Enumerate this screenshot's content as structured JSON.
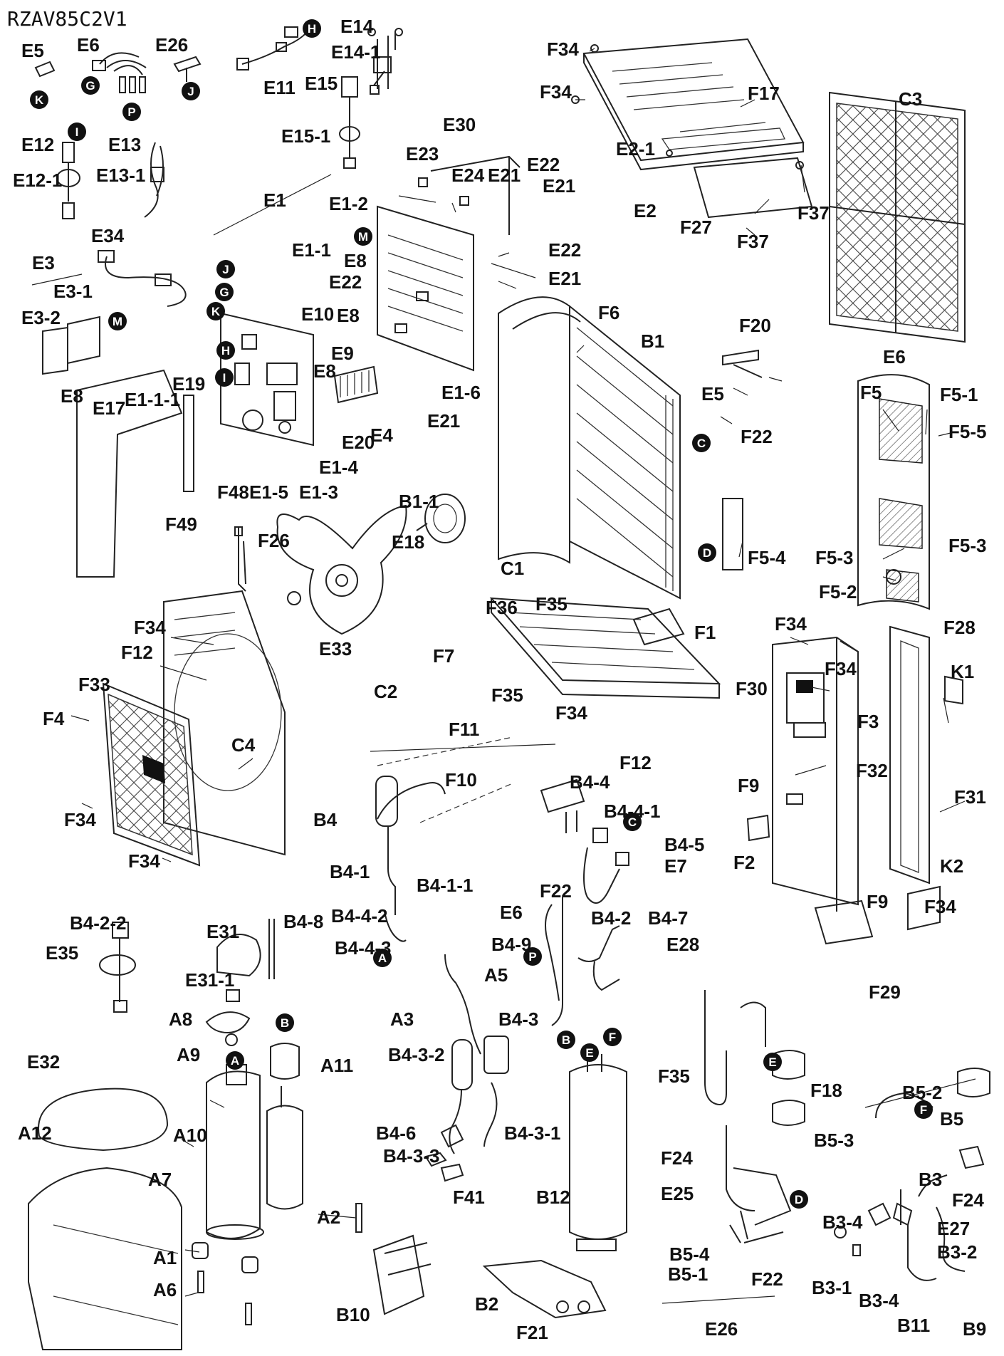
{
  "title": "RZAV85C2V1",
  "labels": [
    "E5",
    "E6",
    "E26",
    "E11",
    "E14",
    "E14-1",
    "E15",
    "E15-1",
    "F34",
    "F34",
    "F17",
    "C3",
    "E12",
    "E12-1",
    "E13",
    "E13-1",
    "E30",
    "E23",
    "E24",
    "E21",
    "E22",
    "E2-1",
    "E2",
    "F37",
    "F27",
    "F37",
    "E1",
    "E1-2",
    "E1-1",
    "E8",
    "E22",
    "E21",
    "E22",
    "E21",
    "E34",
    "E3",
    "E3-1",
    "E3-2",
    "E8",
    "E10",
    "E8",
    "E9",
    "E8",
    "E1-6",
    "E17",
    "E1-1-1",
    "E19",
    "E20",
    "E4",
    "E21",
    "E1-4",
    "E1-3",
    "E1-5",
    "F48",
    "F49",
    "F6",
    "B1",
    "F20",
    "E5",
    "F22",
    "E6",
    "F5",
    "F5-1",
    "F5-5",
    "F5-3",
    "F5-3",
    "F5-2",
    "F5-4",
    "B1-1",
    "E18",
    "F26",
    "E33",
    "C2",
    "C1",
    "F35",
    "F36",
    "F1",
    "F7",
    "F35",
    "F34",
    "F12",
    "F34",
    "F12",
    "F33",
    "F4",
    "C4",
    "F34",
    "F34",
    "F34",
    "F34",
    "F28",
    "F30",
    "F3",
    "K1",
    "F32",
    "F9",
    "F31",
    "F2",
    "K2",
    "F9",
    "F34",
    "F29",
    "F11",
    "F10",
    "B4",
    "B4-4",
    "B4-4-1",
    "B4-5",
    "E7",
    "B4-1",
    "B4-1-1",
    "B4-4-2",
    "B4-4-3",
    "F22",
    "E6",
    "B4-2",
    "B4-7",
    "B4-9",
    "E28",
    "B4-8",
    "B4-2-2",
    "E35",
    "E31",
    "E31-1",
    "A8",
    "A9",
    "A11",
    "E32",
    "A12",
    "A10",
    "A7",
    "A1",
    "A6",
    "A2",
    "A3",
    "A5",
    "B4-3",
    "B4-3-2",
    "B4-6",
    "B4-3-1",
    "B4-3-3",
    "F41",
    "B12",
    "B10",
    "B2",
    "F21",
    "F35",
    "F18",
    "B5-3",
    "F24",
    "E25",
    "B5-4",
    "B5-1",
    "F22",
    "E26",
    "B5-2",
    "B5",
    "B3",
    "F24",
    "B3-4",
    "E27",
    "B3-2",
    "B3-1",
    "B3-4",
    "B11",
    "B9",
    "F22",
    "E6"
  ],
  "markers": [
    "H",
    "K",
    "G",
    "P",
    "J",
    "I",
    "M",
    "J",
    "G",
    "K",
    "H",
    "I",
    "M",
    "C",
    "D",
    "C",
    "A",
    "P",
    "B",
    "A",
    "B",
    "E",
    "F",
    "E",
    "F",
    "D"
  ]
}
